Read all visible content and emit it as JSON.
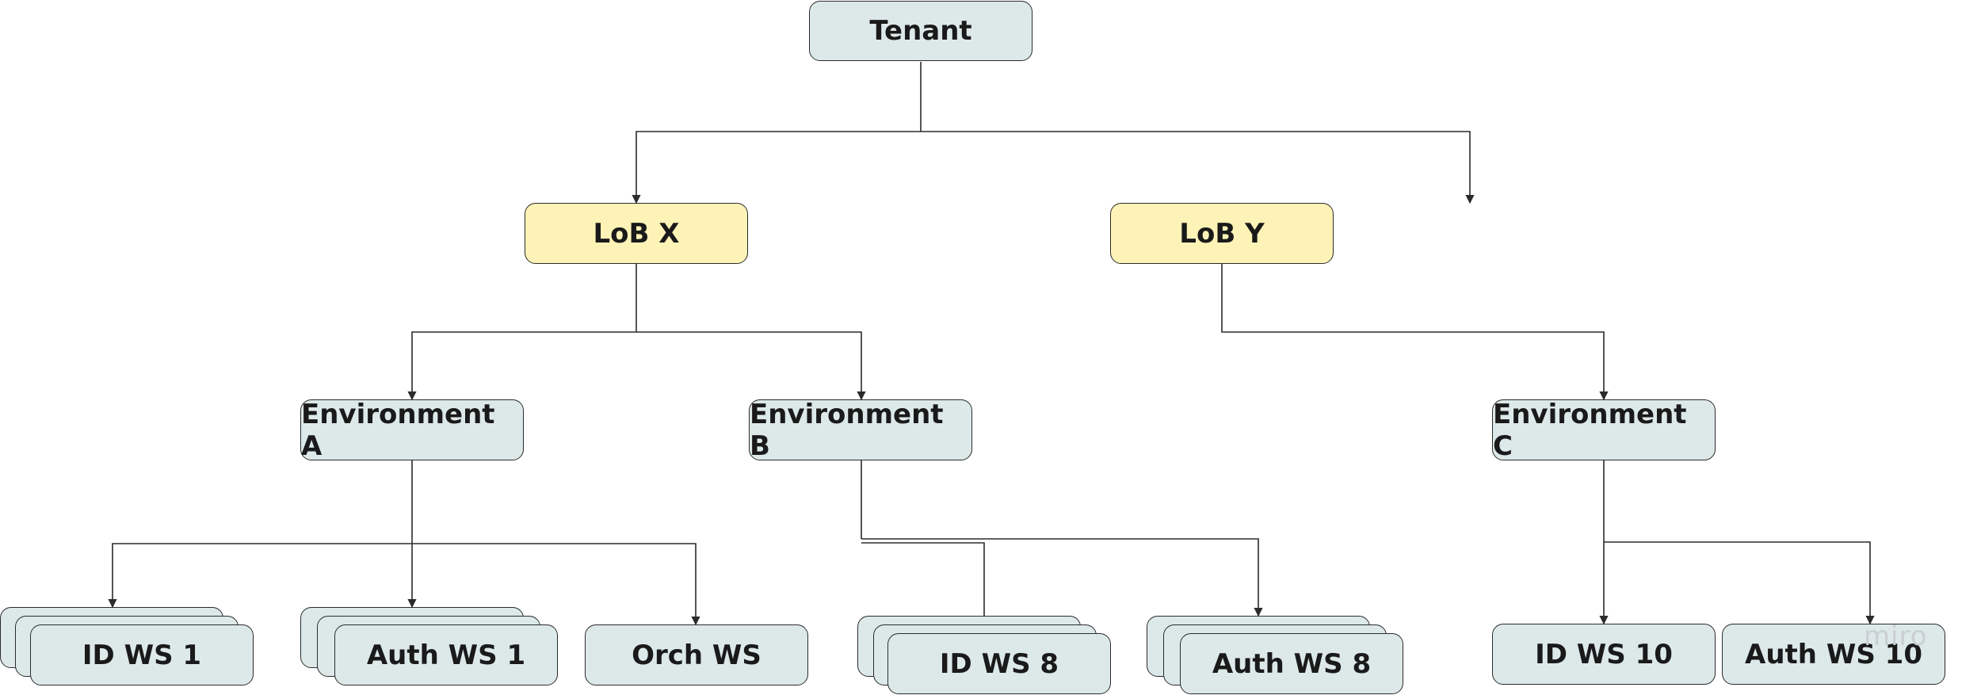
{
  "diagram": {
    "root": "Tenant",
    "lob_x": "LoB X",
    "lob_y": "LoB Y",
    "env_a": "Environment A",
    "env_b": "Environment B",
    "env_c": "Environment C",
    "id_ws_1": "ID WS 1",
    "auth_ws_1": "Auth WS 1",
    "orch_ws": "Orch WS",
    "id_ws_8": "ID WS 8",
    "auth_ws_8": "Auth WS 8",
    "id_ws_10": "ID WS 10",
    "auth_ws_10": "Auth WS 10"
  },
  "watermark": "miro",
  "colors": {
    "box_blue": "#dde9e9",
    "box_yellow": "#fdf3b7",
    "stroke": "#2b2b2b"
  }
}
